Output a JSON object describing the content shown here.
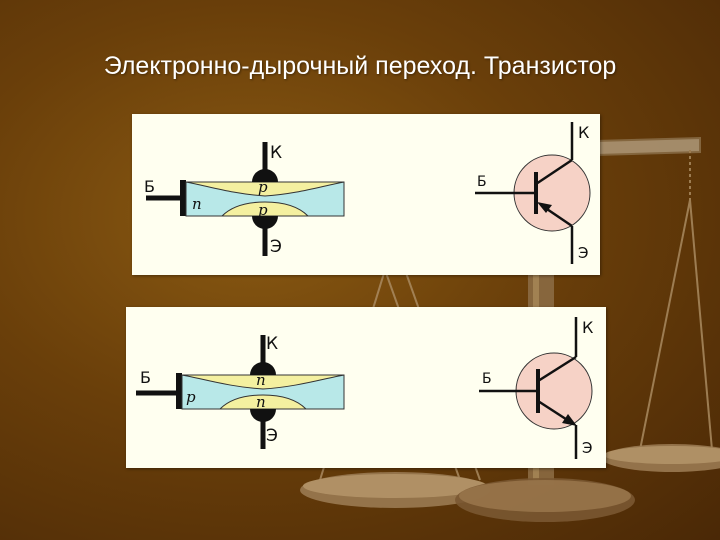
{
  "title": "Электронно-дырочный переход. Транзистор",
  "colors": {
    "background": "#6a3f0a",
    "panel": "#fffff0",
    "semiconductor_body": "#b8e8e8",
    "region_fill": "#f4f0a0",
    "transistor_circle": "#f6d2c6"
  },
  "pnp": {
    "structure": {
      "collector": "К",
      "base": "Б",
      "emitter": "Э",
      "base_region": "n",
      "collector_region": "p",
      "emitter_region": "p"
    },
    "symbol": {
      "collector": "К",
      "base": "Б",
      "emitter": "Э",
      "arrow": "inward"
    }
  },
  "npn": {
    "structure": {
      "collector": "К",
      "base": "Б",
      "emitter": "Э",
      "base_region": "p",
      "collector_region": "n",
      "emitter_region": "n"
    },
    "symbol": {
      "collector": "К",
      "base": "Б",
      "emitter": "Э",
      "arrow": "outward"
    }
  }
}
